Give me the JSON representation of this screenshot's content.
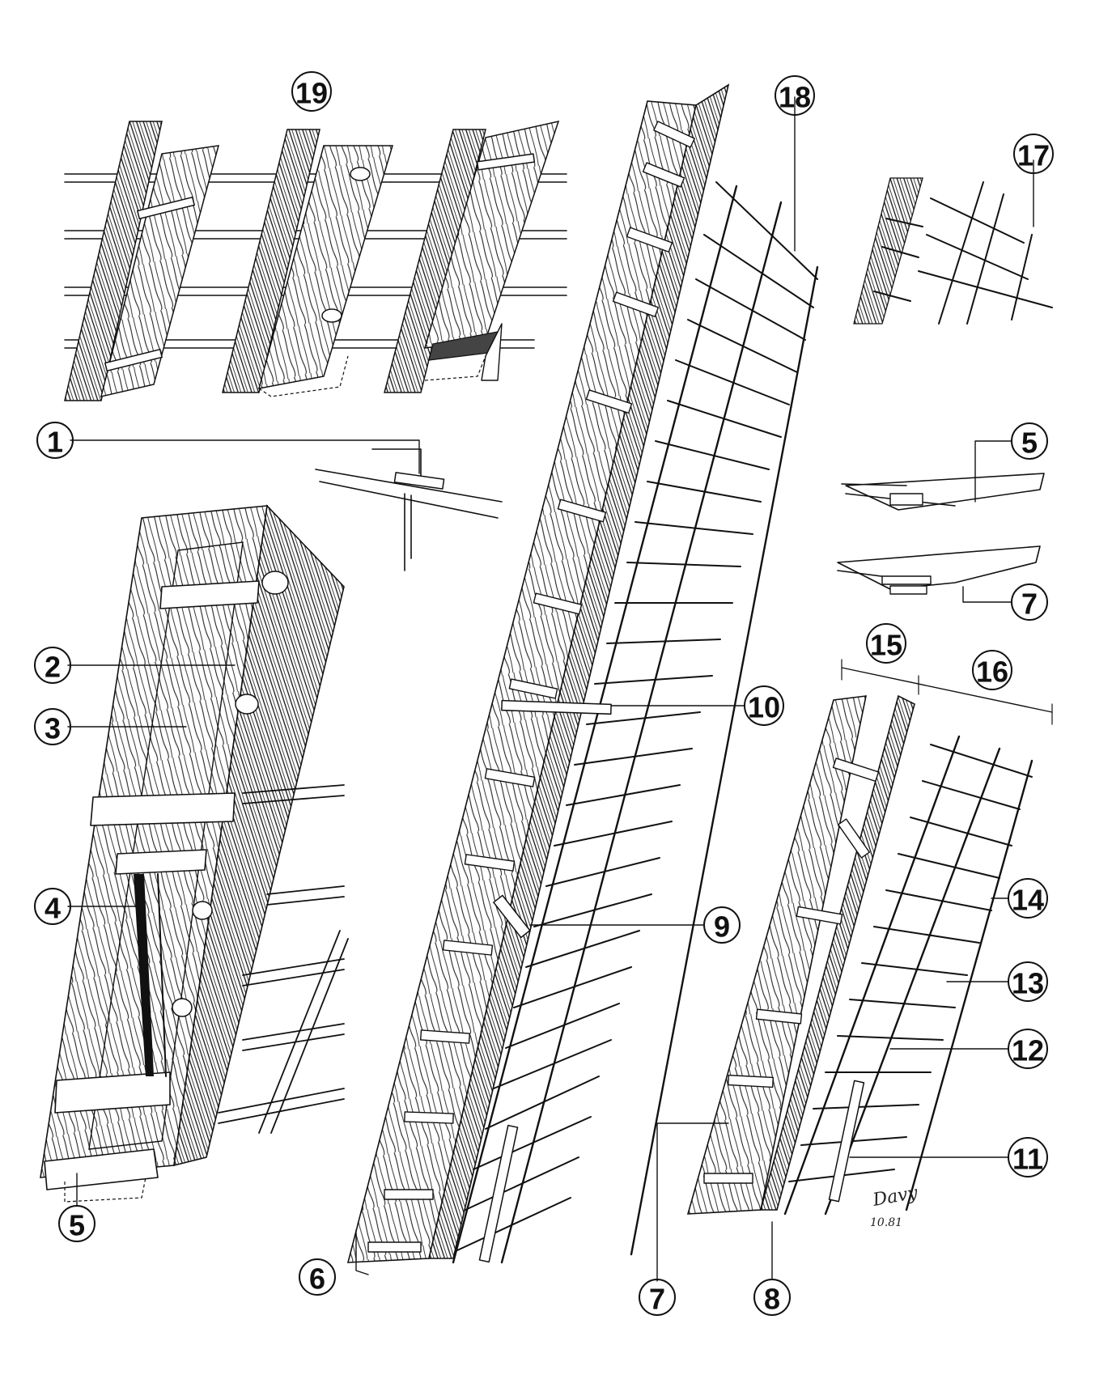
{
  "callouts": [
    {
      "id": "1",
      "label": "1"
    },
    {
      "id": "2",
      "label": "2"
    },
    {
      "id": "3",
      "label": "3"
    },
    {
      "id": "4",
      "label": "4"
    },
    {
      "id": "5a",
      "label": "5"
    },
    {
      "id": "5b",
      "label": "5"
    },
    {
      "id": "6",
      "label": "6"
    },
    {
      "id": "7a",
      "label": "7"
    },
    {
      "id": "7b",
      "label": "7"
    },
    {
      "id": "8",
      "label": "8"
    },
    {
      "id": "9",
      "label": "9"
    },
    {
      "id": "10",
      "label": "10"
    },
    {
      "id": "11",
      "label": "11"
    },
    {
      "id": "12",
      "label": "12"
    },
    {
      "id": "13",
      "label": "13"
    },
    {
      "id": "14",
      "label": "14"
    },
    {
      "id": "15",
      "label": "15"
    },
    {
      "id": "16",
      "label": "16"
    },
    {
      "id": "17",
      "label": "17"
    },
    {
      "id": "18",
      "label": "18"
    },
    {
      "id": "19",
      "label": "19"
    }
  ],
  "signature": {
    "name": "Davy",
    "date": "10.81"
  }
}
